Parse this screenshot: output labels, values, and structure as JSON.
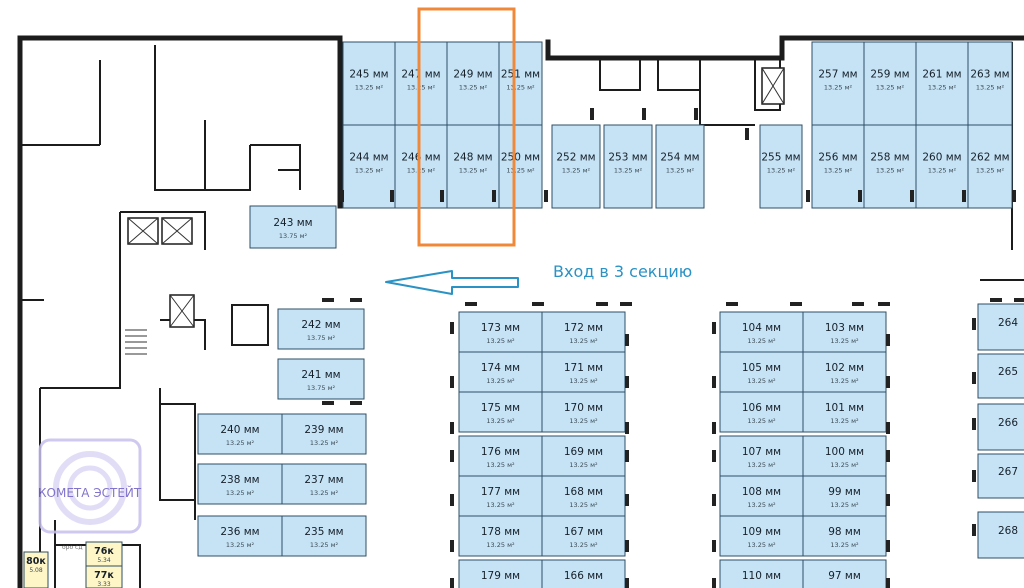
{
  "entrance": {
    "label": "Вход в 3 секцию"
  },
  "logo": {
    "text": "КОМЕТА ЭСТЕЙТ",
    "sub": "оро сд"
  },
  "colors": {
    "space": "#c6e3f5",
    "highlight": "#f0883a",
    "arrow": "#2a92c4",
    "wall": "#1c1c1c",
    "logo": "#6d5cc4"
  },
  "spaces": [
    {
      "num": "245 мм",
      "area": "13.25 м²"
    },
    {
      "num": "247 мм",
      "area": "13.25 м²"
    },
    {
      "num": "249 мм",
      "area": "13.25 м²"
    },
    {
      "num": "251 мм",
      "area": "13.25 м²"
    },
    {
      "num": "244 мм",
      "area": "13.25 м²"
    },
    {
      "num": "246 мм",
      "area": "13.25 м²"
    },
    {
      "num": "248 мм",
      "area": "13.25 м²"
    },
    {
      "num": "250 мм",
      "area": "13.25 м²"
    },
    {
      "num": "252 мм",
      "area": "13.25 м²"
    },
    {
      "num": "253 мм",
      "area": "13.25 м²"
    },
    {
      "num": "254 мм",
      "area": "13.25 м²"
    },
    {
      "num": "255 мм",
      "area": "13.25 м²"
    },
    {
      "num": "257 мм",
      "area": "13.25 м²"
    },
    {
      "num": "259 мм",
      "area": "13.25 м²"
    },
    {
      "num": "261 мм",
      "area": "13.25 м²"
    },
    {
      "num": "263 мм",
      "area": "13.25 м²"
    },
    {
      "num": "256 мм",
      "area": "13.25 м²"
    },
    {
      "num": "258 мм",
      "area": "13.25 м²"
    },
    {
      "num": "260 мм",
      "area": "13.25 м²"
    },
    {
      "num": "262 мм",
      "area": "13.25 м²"
    },
    {
      "num": "243 мм",
      "area": "13.75 м²"
    },
    {
      "num": "242 мм",
      "area": "13.75 м²"
    },
    {
      "num": "241 мм",
      "area": "13.75 м²"
    },
    {
      "num": "240 мм",
      "area": "13.25 м²"
    },
    {
      "num": "239 мм",
      "area": "13.25 м²"
    },
    {
      "num": "238 мм",
      "area": "13.25 м²"
    },
    {
      "num": "237 мм",
      "area": "13.25 м²"
    },
    {
      "num": "236 мм",
      "area": "13.25 м²"
    },
    {
      "num": "235 мм",
      "area": "13.25 м²"
    },
    {
      "num": "173 мм",
      "area": "13.25 м²"
    },
    {
      "num": "172 мм",
      "area": "13.25 м²"
    },
    {
      "num": "174 мм",
      "area": "13.25 м²"
    },
    {
      "num": "171 мм",
      "area": "13.25 м²"
    },
    {
      "num": "175 мм",
      "area": "13.25 м²"
    },
    {
      "num": "170 мм",
      "area": "13.25 м²"
    },
    {
      "num": "176 мм",
      "area": "13.25 м²"
    },
    {
      "num": "169 мм",
      "area": "13.25 м²"
    },
    {
      "num": "177 мм",
      "area": "13.25 м²"
    },
    {
      "num": "168 мм",
      "area": "13.25 м²"
    },
    {
      "num": "178 мм",
      "area": "13.25 м²"
    },
    {
      "num": "167 мм",
      "area": "13.25 м²"
    },
    {
      "num": "179 мм",
      "area": ""
    },
    {
      "num": "166 мм",
      "area": ""
    },
    {
      "num": "104 мм",
      "area": "13.25 м²"
    },
    {
      "num": "103 мм",
      "area": "13.25 м²"
    },
    {
      "num": "105 мм",
      "area": "13.25 м²"
    },
    {
      "num": "102 мм",
      "area": "13.25 м²"
    },
    {
      "num": "106 мм",
      "area": "13.25 м²"
    },
    {
      "num": "101 мм",
      "area": "13.25 м²"
    },
    {
      "num": "107 мм",
      "area": "13.25 м²"
    },
    {
      "num": "100 мм",
      "area": "13.25 м²"
    },
    {
      "num": "108 мм",
      "area": "13.25 м²"
    },
    {
      "num": "99 мм",
      "area": "13.25 м²"
    },
    {
      "num": "109 мм",
      "area": "13.25 м²"
    },
    {
      "num": "98 мм",
      "area": "13.25 м²"
    },
    {
      "num": "110 мм",
      "area": ""
    },
    {
      "num": "97 мм",
      "area": ""
    },
    {
      "num": "264",
      "area": ""
    },
    {
      "num": "265",
      "area": ""
    },
    {
      "num": "266",
      "area": ""
    },
    {
      "num": "267",
      "area": ""
    },
    {
      "num": "268",
      "area": ""
    }
  ],
  "apartments": [
    {
      "num": "80к",
      "area": "5.08"
    },
    {
      "num": "76к",
      "area": "5.34"
    },
    {
      "num": "77к",
      "area": "3.33"
    }
  ]
}
